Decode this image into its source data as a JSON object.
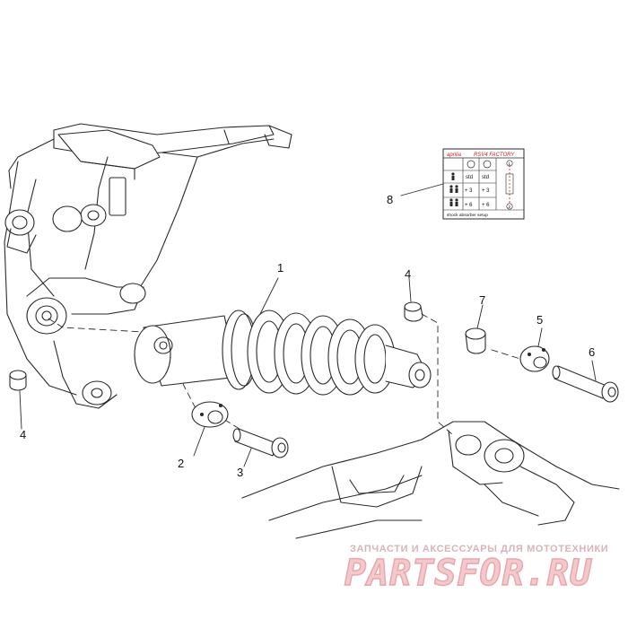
{
  "callouts": {
    "n1": "1",
    "n2": "2",
    "n3": "3",
    "n4_top": "4",
    "n4_left": "4",
    "n5": "5",
    "n6": "6",
    "n7": "7",
    "n8": "8"
  },
  "sticker": {
    "brand": "aprilia",
    "header": "RSV4 FACTORY",
    "col1": "std",
    "col2": "std",
    "row2_a": "+ 3",
    "row2_b": "+ 3",
    "row3_a": "+ 6",
    "row3_b": "+ 6",
    "footer": "shock absorber setup",
    "marker1": "1",
    "marker2": "2"
  },
  "watermark": {
    "caption": "ЗАПЧАСТИ И АКСЕССУАРЫ ДЛЯ МОТОТЕХНИКИ",
    "logo": "PARTSFOR.RU"
  },
  "colors": {
    "line": "#2a2a2a",
    "watermark_light": "#f3c9cc",
    "watermark_edge": "#e9a7ad",
    "sticker_red": "#d02020"
  }
}
